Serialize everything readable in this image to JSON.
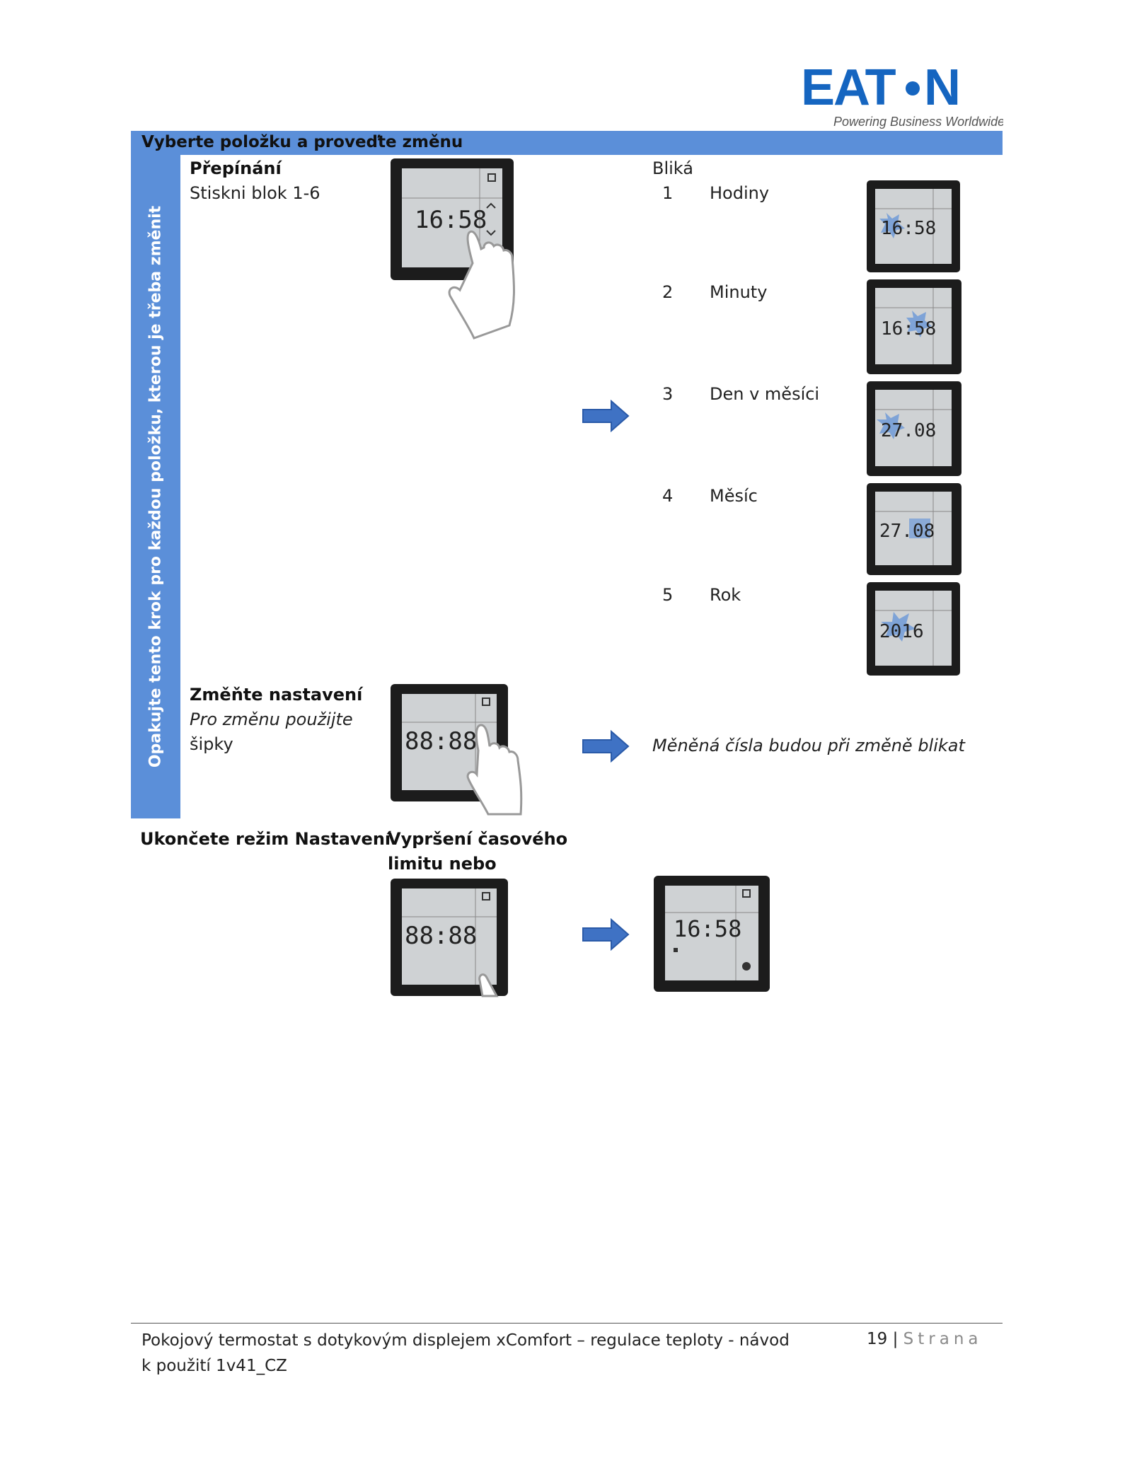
{
  "logo": {
    "name": "EATON",
    "tagline": "Powering Business Worldwide"
  },
  "header": {
    "title": "Vyberte položku a proveďte změnu"
  },
  "sidebar": {
    "label": "Opakujte tento krok pro každou položku, kterou je třeba změnit"
  },
  "step1": {
    "title": "Přepínání",
    "instruction": "Stiskni blok 1-6",
    "display": "16:58",
    "result_header": "Bliká",
    "items": [
      {
        "num": "1",
        "label": "Hodiny",
        "display": "16:58"
      },
      {
        "num": "2",
        "label": "Minuty",
        "display": "16:58"
      },
      {
        "num": "3",
        "label": "Den v měsíci",
        "display": "27.08"
      },
      {
        "num": "4",
        "label": "Měsíc",
        "display": "27.08"
      },
      {
        "num": "5",
        "label": "Rok",
        "display": "2016"
      }
    ]
  },
  "step2": {
    "title": "Změňte nastavení",
    "instruction_line1": "Pro změnu použijte",
    "instruction_line2": "šipky",
    "display": "88:88",
    "result": "Měněná čísla budou při změně blikat"
  },
  "step3": {
    "title": "Ukončete režim Nastavení",
    "instruction_line1": "Vypršení časového",
    "instruction_line2": "limitu nebo",
    "display": "88:88",
    "result_display": "16:58"
  },
  "footer": {
    "line1": "Pokojový termostat s dotykovým displejem xComfort – regulace teploty - návod",
    "line2": "k použití 1v41_CZ",
    "page_number": "19",
    "separator": "|",
    "page_word": "Strana"
  },
  "colors": {
    "accent": "#5b8fd9",
    "logo_blue": "#1565c0",
    "arrow": "#3f72c4",
    "device_frame": "#1c1c1c",
    "lcd": "#cfd2d4"
  }
}
